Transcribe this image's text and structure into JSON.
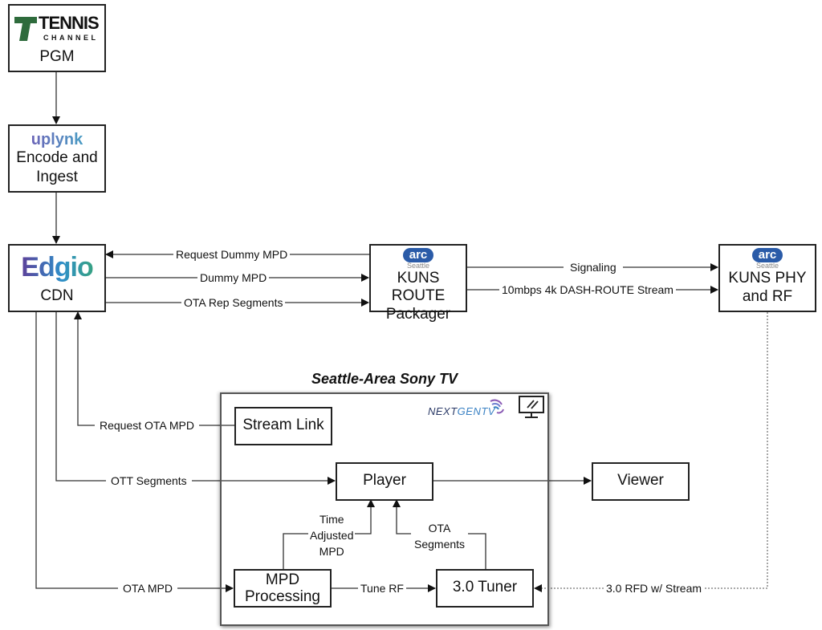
{
  "nodes": {
    "pgm": {
      "logo": {
        "line1": "TENNIS",
        "line2": "CHANNEL",
        "color": "#2e6b3c"
      },
      "label": "PGM"
    },
    "encode": {
      "logo": {
        "text": "uplynk",
        "colors": [
          "#7b4fb3",
          "#3bb3c9"
        ]
      },
      "label_line1": "Encode and",
      "label_line2": "Ingest"
    },
    "cdn": {
      "logo": {
        "text": "Edgio",
        "colors": [
          "#6a2a8c",
          "#2f8fc9",
          "#3aa86a"
        ]
      },
      "label": "CDN"
    },
    "route_packager": {
      "logo": {
        "badge": "arc",
        "sub": "Seattle",
        "color": "#2a5ba8"
      },
      "label_line1": "KUNS ROUTE",
      "label_line2": "Packager"
    },
    "phy_rf": {
      "logo": {
        "badge": "arc",
        "sub": "Seattle",
        "color": "#2a5ba8"
      },
      "label_line1": "KUNS PHY",
      "label_line2": "and RF"
    },
    "stream_link": {
      "label": "Stream Link"
    },
    "player": {
      "label": "Player"
    },
    "viewer": {
      "label": "Viewer"
    },
    "mpd_processing": {
      "label_line1": "MPD",
      "label_line2": "Processing"
    },
    "tuner": {
      "label": "3.0 Tuner"
    }
  },
  "tv_group": {
    "title": "Seattle-Area Sony TV",
    "logo": {
      "text_part1": "NEXT",
      "text_part2": "GEN",
      "text_part3": "TV",
      "colors": [
        "#2b3a67",
        "#3b82c4",
        "#8a5bb5"
      ]
    },
    "icon": "tv-monitor-icon"
  },
  "edges": {
    "request_dummy_mpd": "Request Dummy MPD",
    "dummy_mpd": "Dummy MPD",
    "ota_rep_segments": "OTA Rep Segments",
    "signaling": "Signaling",
    "dash_route_stream": "10mbps 4k DASH-ROUTE Stream",
    "request_ota_mpd": "Request OTA MPD",
    "ott_segments": "OTT Segments",
    "time_adjusted_mpd_1": "Time",
    "time_adjusted_mpd_2": "Adjusted",
    "time_adjusted_mpd_3": "MPD",
    "ota_segments_1": "OTA",
    "ota_segments_2": "Segments",
    "ota_mpd": "OTA MPD",
    "tune_rf": "Tune RF",
    "rfd_stream": "3.0 RFD w/ Stream"
  }
}
